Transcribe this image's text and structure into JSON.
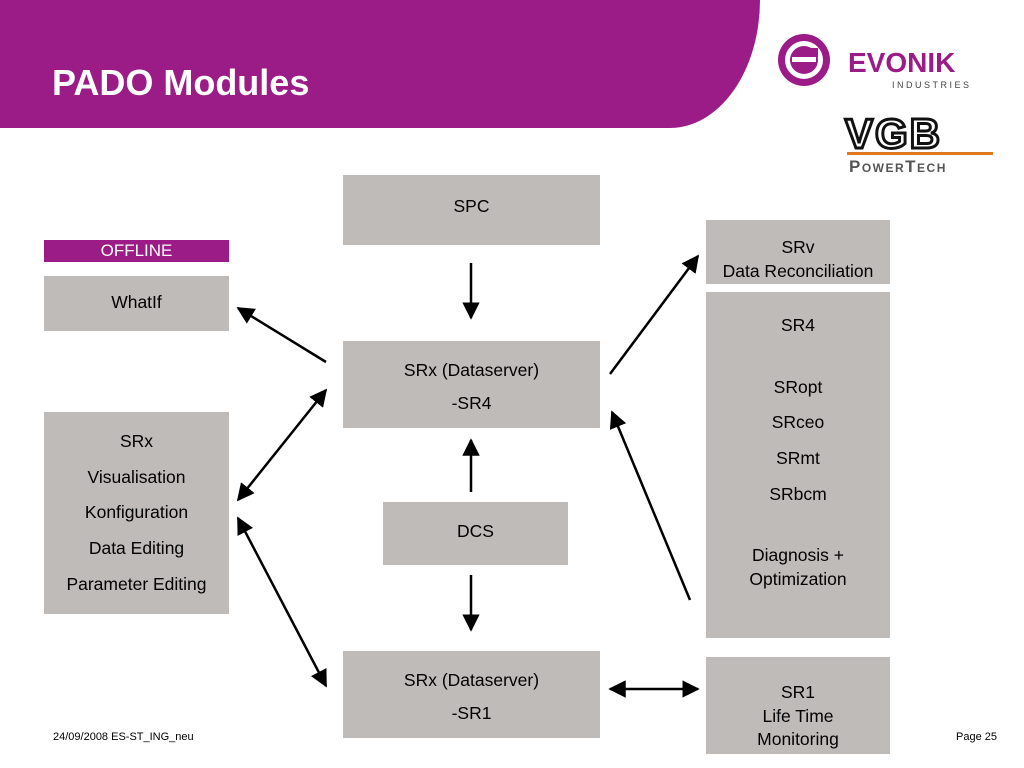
{
  "header": {
    "title": "PADO Modules"
  },
  "logos": {
    "evonik": {
      "word": "EVONIK",
      "sub": "INDUSTRIES"
    },
    "vgb": {
      "word": "VGB",
      "sub": "PowerTech"
    }
  },
  "offline_label": "OFFLINE",
  "boxes": {
    "spc": "SPC",
    "whatif": "WhatIf",
    "srx_top": {
      "line1": "SRx (Dataserver)",
      "line2": "-SR4"
    },
    "srx_left": [
      "SRx",
      "Visualisation",
      "Konfiguration",
      "Data Editing",
      "Parameter Editing"
    ],
    "dcs": "DCS",
    "srx_bottom": {
      "line1": "SRx (Dataserver)",
      "line2": "-SR1"
    },
    "srv": {
      "line1": "SRv",
      "line2": "Data Reconciliation"
    },
    "sr4_group": {
      "sr4": "SR4",
      "modules": [
        "SRopt",
        "SRceo",
        "SRmt",
        "SRbcm"
      ],
      "diag1": "Diagnosis +",
      "diag2": "Optimization"
    },
    "sr1": [
      "SR1",
      "Life Time",
      "Monitoring"
    ]
  },
  "footer": {
    "left": "24/09/2008 ES-ST_ING_neu",
    "right": "Page 25"
  }
}
